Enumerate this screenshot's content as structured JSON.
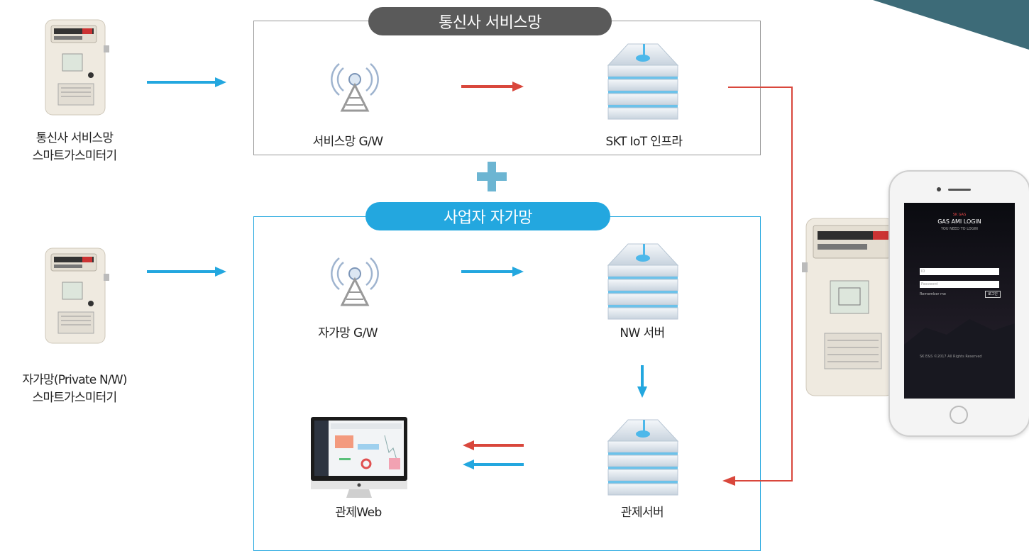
{
  "diagram": {
    "telecom_network": {
      "title": "통신사 서비스망",
      "gateway_label": "서비스망 G/W",
      "infra_label": "SKT IoT 인프라"
    },
    "private_network": {
      "title": "사업자 자가망",
      "gateway_label": "자가망 G/W",
      "nw_server_label": "NW 서버",
      "control_server_label": "관제서버",
      "control_web_label": "관제Web"
    },
    "meters": [
      {
        "line1": "통신사 서비스망",
        "line2": "스마트가스미터기"
      },
      {
        "line1": "자가망(Private N/W)",
        "line2": "스마트가스미터기"
      }
    ],
    "phone_app": {
      "brand": "SK GAS",
      "title": "GAS AMI LOGIN",
      "subtitle": "YOU NEED TO LOGIN",
      "id_placeholder": "ID",
      "pw_placeholder": "Password",
      "remember": "Remember me",
      "login_btn": "로그인",
      "footer": "SK E&S ©2017 All Rights Reserved"
    },
    "colors": {
      "blue": "#23a7df",
      "red": "#d9473c",
      "gray_pill": "#5a5a5a",
      "plus": "#6cb5d2",
      "corner": "#3d6b78"
    }
  }
}
